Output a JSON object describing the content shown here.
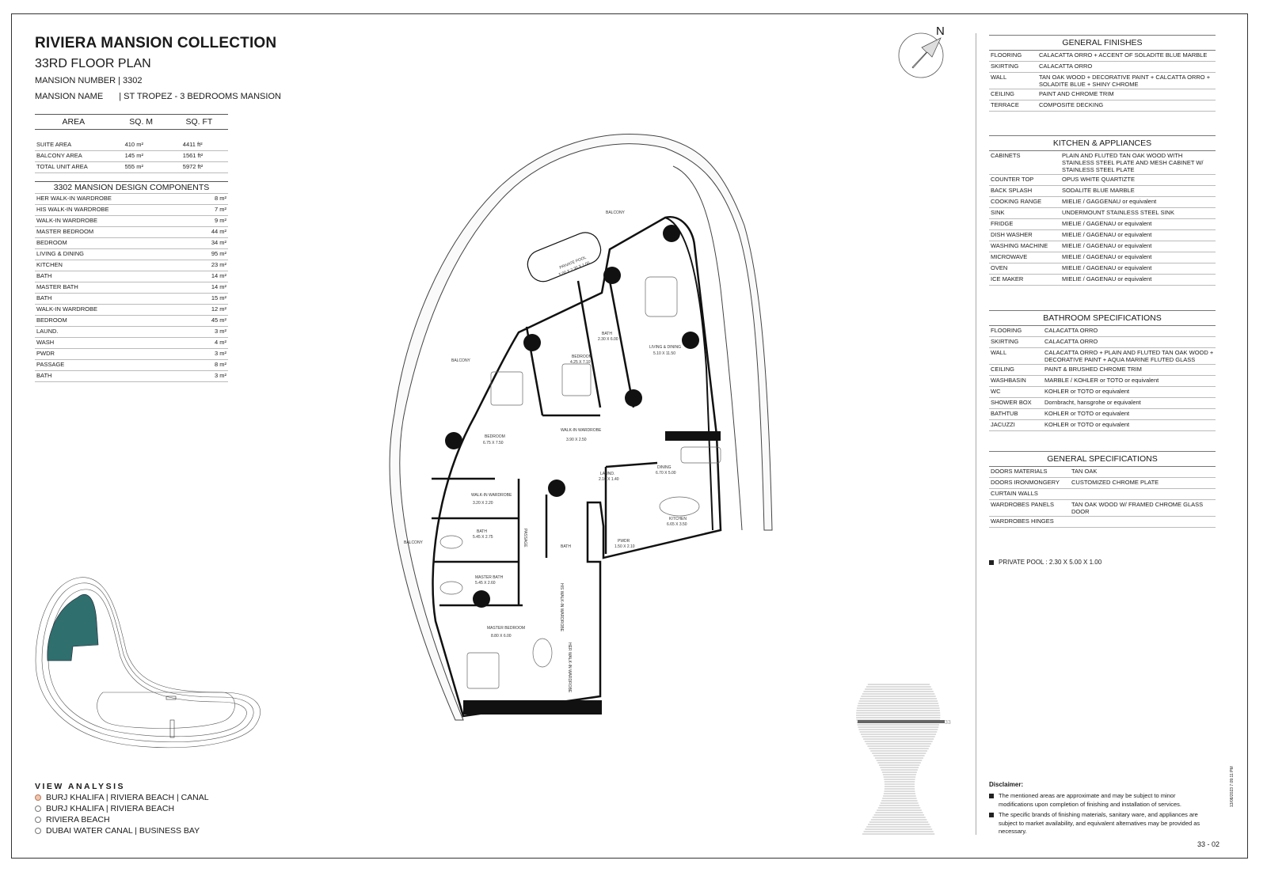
{
  "header": {
    "title": "RIVIERA MANSION COLLECTION",
    "floor": "33RD FLOOR PLAN",
    "mansion_number": "MANSION NUMBER | 3302",
    "mansion_name_label": "MANSION NAME",
    "mansion_name_value": "| ST TROPEZ - 3 BEDROOMS MANSION"
  },
  "area_table": {
    "headers": [
      "AREA",
      "SQ. M",
      "SQ. FT"
    ],
    "rows": [
      [
        "SUITE AREA",
        "410 m²",
        "4411 ft²"
      ],
      [
        "BALCONY AREA",
        "145 m²",
        "1561 ft²"
      ],
      [
        "TOTAL UNIT AREA",
        "555 m²",
        "5972 ft²"
      ]
    ]
  },
  "components": {
    "title": "3302 MANSION DESIGN COMPONENTS",
    "rows": [
      [
        "HER WALK-IN WARDROBE",
        "8 m²"
      ],
      [
        "HIS WALK-IN WARDROBE",
        "7 m²"
      ],
      [
        "WALK-IN WARDROBE",
        "9 m²"
      ],
      [
        "MASTER BEDROOM",
        "44 m²"
      ],
      [
        "BEDROOM",
        "34 m²"
      ],
      [
        "LIVING & DINING",
        "95 m²"
      ],
      [
        "KITCHEN",
        "23 m²"
      ],
      [
        "BATH",
        "14 m²"
      ],
      [
        "MASTER BATH",
        "14 m²"
      ],
      [
        "BATH",
        "15 m²"
      ],
      [
        "WALK-IN WARDROBE",
        "12 m²"
      ],
      [
        "BEDROOM",
        "45 m²"
      ],
      [
        "LAUND.",
        "3 m²"
      ],
      [
        "WASH",
        "4 m²"
      ],
      [
        "PWDR",
        "3 m²"
      ],
      [
        "PASSAGE",
        "8 m²"
      ],
      [
        "BATH",
        "3 m²"
      ]
    ]
  },
  "view_analysis": {
    "title": "VIEW ANALYSIS",
    "items": [
      {
        "label": "BURJ KHALIFA | RIVIERA BEACH | CANAL",
        "selected": true
      },
      {
        "label": "BURJ KHALIFA | RIVIERA BEACH",
        "selected": false
      },
      {
        "label": "RIVIERA BEACH",
        "selected": false
      },
      {
        "label": "DUBAI WATER CANAL | BUSINESS BAY",
        "selected": false
      }
    ]
  },
  "general_finishes": {
    "title": "GENERAL FINISHES",
    "rows": [
      [
        "FLOORING",
        "CALACATTA ORRO + ACCENT OF SOLADITE BLUE MARBLE"
      ],
      [
        "SKIRTING",
        "CALACATTA ORRO"
      ],
      [
        "WALL",
        "TAN OAK WOOD + DECORATIVE PAINT + CALCATTA ORRO + SOLADITE BLUE + SHINY CHROME"
      ],
      [
        "CEILING",
        "PAINT AND CHROME TRIM"
      ],
      [
        "TERRACE",
        "COMPOSITE DECKING"
      ]
    ]
  },
  "kitchen": {
    "title": "KITCHEN & APPLIANCES",
    "rows": [
      [
        "CABINETS",
        "PLAIN AND FLUTED TAN OAK WOOD WITH STAINLESS STEEL PLATE AND MESH CABINET W/ STAINLESS STEEL PLATE"
      ],
      [
        "COUNTER TOP",
        "OPUS WHITE QUARTIZTE"
      ],
      [
        "BACK SPLASH",
        "SODALITE BLUE MARBLE"
      ],
      [
        "COOKING RANGE",
        "MIELIE / GAGGENAU or equivalent"
      ],
      [
        "SINK",
        "UNDERMOUNT STAINLESS STEEL SINK"
      ],
      [
        "FRIDGE",
        "MIELIE / GAGENAU or equivalent"
      ],
      [
        "DISH WASHER",
        "MIELIE / GAGENAU or equivalent"
      ],
      [
        "WASHING MACHINE",
        "MIELIE / GAGENAU or equivalent"
      ],
      [
        "MICROWAVE",
        "MIELIE / GAGENAU or equivalent"
      ],
      [
        "OVEN",
        "MIELIE / GAGENAU or equivalent"
      ],
      [
        "ICE MAKER",
        "MIELIE / GAGENAU or equivalent"
      ]
    ]
  },
  "bathroom": {
    "title": "BATHROOM SPECIFICATIONS",
    "rows": [
      [
        "FLOORING",
        "CALACATTA ORRO"
      ],
      [
        "SKIRTING",
        "CALACATTA ORRO"
      ],
      [
        "WALL",
        "CALACATTA ORRO + PLAIN AND FLUTED TAN OAK WOOD + DECORATIVE PAINT + AQUA MARINE FLUTED GLASS"
      ],
      [
        "CEILING",
        "PAINT & BRUSHED CHROME TRIM"
      ],
      [
        "WASHBASIN",
        "MARBLE / KOHLER or TOTO or equivalent"
      ],
      [
        "WC",
        "KOHLER or TOTO or equivalent"
      ],
      [
        "SHOWER BOX",
        "Dornbracht, hansgrohe or equivalent"
      ],
      [
        "BATHTUB",
        "KOHLER or TOTO or equivalent"
      ],
      [
        "JACUZZI",
        "KOHLER or TOTO or equivalent"
      ]
    ]
  },
  "general_specs": {
    "title": "GENERAL SPECIFICATIONS",
    "rows": [
      [
        "DOORS MATERIALS",
        "TAN OAK"
      ],
      [
        "DOORS IRONMONGERY",
        "CUSTOMIZED CHROME PLATE"
      ],
      [
        "CURTAIN WALLS",
        ""
      ],
      [
        "WARDROBES PANELS",
        "TAN OAK WOOD W/ FRAMED CHROME GLASS DOOR"
      ],
      [
        "WARDROBES HINGES",
        ""
      ]
    ]
  },
  "pool_note": "PRIVATE POOL :  2.30 X 5.00 X 1.00",
  "disclaimer": {
    "title": "Disclaimer:",
    "items": [
      "The mentioned areas are approximate and may be subject to minor modifications  upon completion of finishing and installation of services.",
      "The specific brands of finishing materials, sanitary ware, and appliances are subject to market availability, and equivalent alternatives may be provided as necessary."
    ]
  },
  "north_label": "N",
  "floor_indicator": "33",
  "page_number": "33 - 02",
  "print_stamp": "13/08/2023 7:09:11 PM",
  "plan_labels": {
    "balcony": "BALCONY",
    "private_pool": "PRIVATE POOL",
    "private_pool_dims": "5.00 X 2.30 X 1.00",
    "bedroom_1": "BEDROOM",
    "bedroom_1_dims": "6.75 X 7.50",
    "bedroom_2": "BEDROOM",
    "bedroom_2_dims": "4.25 X 7.10",
    "bath_1": "BATH",
    "bath_1_dims": "2.30 X 6.00",
    "living": "LIVING & DINING",
    "living_dims": "5.10 X 11.50",
    "walkin_1": "WALK-IN WARDROBE",
    "walkin_1_dims": "3.90 X 2.50",
    "walkin_2": "WALK-IN WARDROBE",
    "walkin_2_dims": "3.20 X 2.20",
    "bath_2": "BATH",
    "bath_2_dims": "5.45 X 2.75",
    "master_bath": "MASTER BATH",
    "master_bath_dims": "5.45 X 2.60",
    "master_bedroom": "MASTER BEDROOM",
    "master_bedroom_dims": "8.80 X 6.00",
    "laund": "LAUND.",
    "laund_dims": "2.10 X 1.40",
    "dining": "DINING",
    "dining_dims": "6.70 X 5.00",
    "kitchen": "KITCHEN",
    "kitchen_dims": "6.65 X 3.50",
    "pwdr": "PWDR",
    "pwdr_dims": "1.50 X 2.10",
    "passage": "PASSAGE",
    "bath_3": "BATH",
    "his_walkin": "HIS WALK-IN WARDROBE",
    "her_walkin": "HER WALK-IN WARDROBE"
  },
  "colors": {
    "key_plan_highlight": "#2f6f6e",
    "selected_view_dot": "#f2c5ad"
  }
}
